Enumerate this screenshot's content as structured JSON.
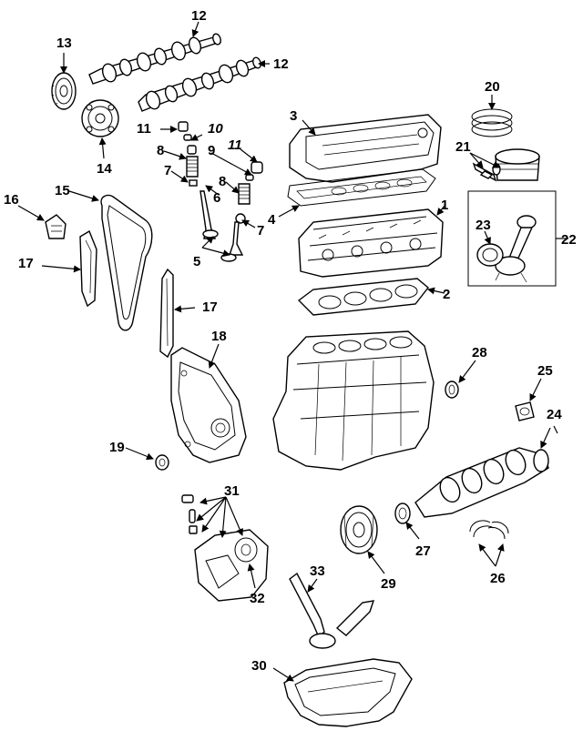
{
  "callouts": {
    "c1": "1",
    "c2": "2",
    "c3": "3",
    "c4": "4",
    "c5": "5",
    "c6": "6",
    "c7a": "7",
    "c7b": "7",
    "c8a": "8",
    "c8b": "8",
    "c9": "9",
    "c10": "10",
    "c11a": "11",
    "c11b": "11",
    "c12a": "12",
    "c12b": "12",
    "c13": "13",
    "c14": "14",
    "c15": "15",
    "c16": "16",
    "c17a": "17",
    "c17b": "17",
    "c18": "18",
    "c19": "19",
    "c20": "20",
    "c21": "21",
    "c22": "22",
    "c23": "23",
    "c24": "24",
    "c25": "25",
    "c26": "26",
    "c27": "27",
    "c28": "28",
    "c29": "29",
    "c30": "30",
    "c31": "31",
    "c32": "32",
    "c33": "33"
  }
}
